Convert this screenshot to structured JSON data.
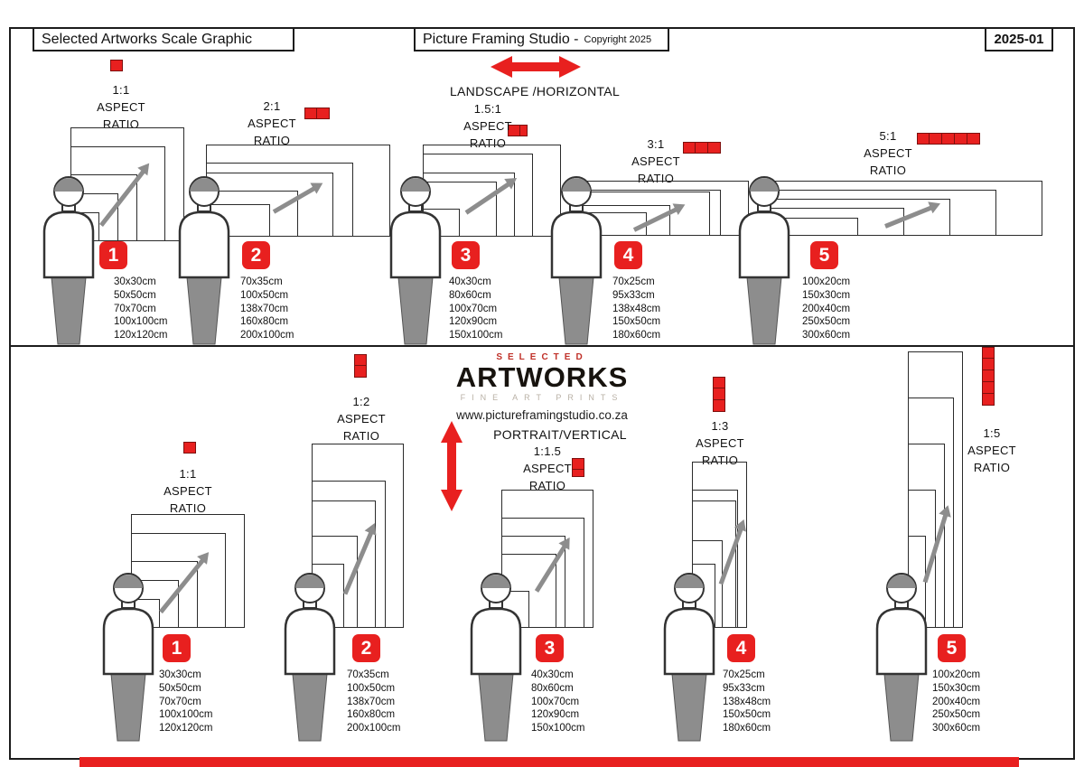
{
  "header": {
    "left_title": "Selected Artworks Scale Graphic",
    "studio_title": "Picture Framing Studio -",
    "copyright": "Copyright 2025",
    "version": "2025-01"
  },
  "labels": {
    "aspect": "ASPECT",
    "ratio": "RATIO",
    "landscape": "LANDSCAPE /HORIZONTAL",
    "portrait": "PORTRAIT/VERTICAL"
  },
  "logo": {
    "selected": "SELECTED",
    "artworks": "ARTWORKS",
    "tagline": "FINE ART PRINTS",
    "website": "www.pictureframingstudio.co.za"
  },
  "landscape_groups": [
    {
      "number": "1",
      "ratio": "1:1",
      "sizes": [
        "30x30cm",
        "50x50cm",
        "70x70cm",
        "100x100cm",
        "120x120cm"
      ]
    },
    {
      "number": "2",
      "ratio": "2:1",
      "sizes": [
        "70x35cm",
        "100x50cm",
        "138x70cm",
        "160x80cm",
        "200x100cm"
      ]
    },
    {
      "number": "3",
      "ratio": "1.5:1",
      "sizes": [
        "40x30cm",
        "80x60cm",
        "100x70cm",
        "120x90cm",
        "150x100cm"
      ]
    },
    {
      "number": "4",
      "ratio": "3:1",
      "sizes": [
        "70x25cm",
        "95x33cm",
        "138x48cm",
        "150x50cm",
        "180x60cm"
      ]
    },
    {
      "number": "5",
      "ratio": "5:1",
      "sizes": [
        "100x20cm",
        "150x30cm",
        "200x40cm",
        "250x50cm",
        "300x60cm"
      ]
    }
  ],
  "portrait_groups": [
    {
      "number": "1",
      "ratio": "1:1",
      "sizes": [
        "30x30cm",
        "50x50cm",
        "70x70cm",
        "100x100cm",
        "120x120cm"
      ]
    },
    {
      "number": "2",
      "ratio": "1:2",
      "sizes": [
        "70x35cm",
        "100x50cm",
        "138x70cm",
        "160x80cm",
        "200x100cm"
      ]
    },
    {
      "number": "3",
      "ratio": "1:1.5",
      "sizes": [
        "40x30cm",
        "80x60cm",
        "100x70cm",
        "120x90cm",
        "150x100cm"
      ]
    },
    {
      "number": "4",
      "ratio": "1:3",
      "sizes": [
        "70x25cm",
        "95x33cm",
        "138x48cm",
        "150x50cm",
        "180x60cm"
      ]
    },
    {
      "number": "5",
      "ratio": "1:5",
      "sizes": [
        "100x20cm",
        "150x30cm",
        "200x40cm",
        "250x50cm",
        "300x60cm"
      ]
    }
  ],
  "colors": {
    "accent_red": "#e8201f",
    "figure_gray": "#8d8d8d"
  }
}
